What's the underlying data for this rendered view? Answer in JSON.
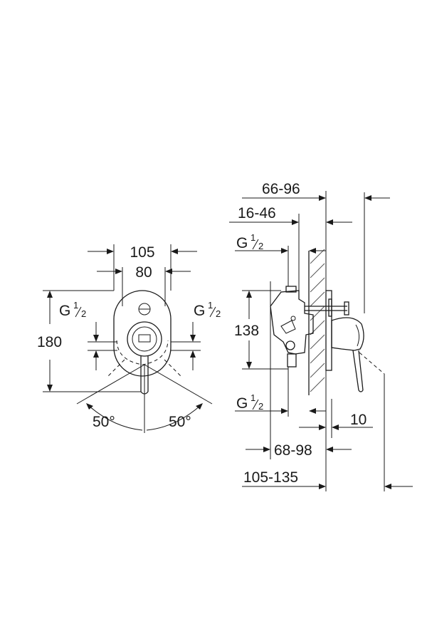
{
  "front_view": {
    "width_outer": "105",
    "width_inner": "80",
    "height_total": "180",
    "thread_left": {
      "main": "G",
      "num": "1",
      "den": "2"
    },
    "thread_right": {
      "main": "G",
      "num": "1",
      "den": "2"
    },
    "angle_left": "50°",
    "angle_right": "50°"
  },
  "side_view": {
    "depth_range_1": "66-96",
    "depth_range_2": "16-46",
    "thread_top": {
      "main": "G",
      "num": "1",
      "den": "2"
    },
    "height": "138",
    "thread_bottom": {
      "main": "G",
      "num": "1",
      "den": "2"
    },
    "plate_thickness": "10",
    "depth_range_3": "68-98",
    "depth_range_4": "105-135"
  }
}
